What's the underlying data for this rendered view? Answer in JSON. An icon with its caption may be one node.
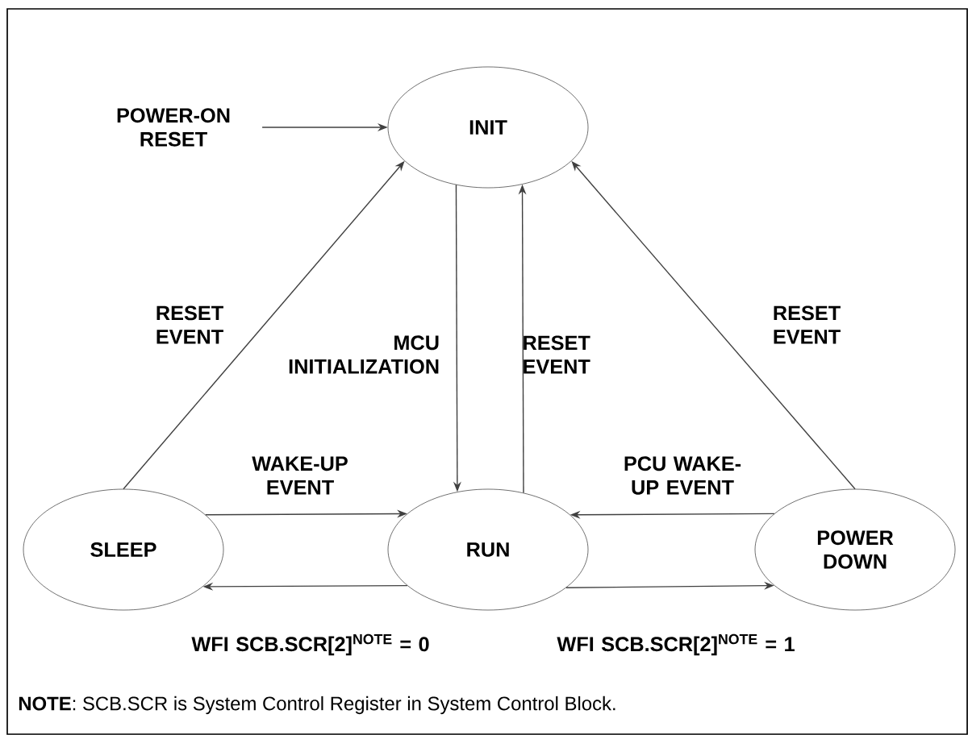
{
  "diagram": {
    "nodes": [
      {
        "text": [
          "POWER-ON RESET"
        ]
      },
      {
        "text": [
          "INIT"
        ]
      },
      {
        "text": [
          "SLEEP"
        ]
      },
      {
        "text": [
          "RUN"
        ]
      },
      {
        "text": [
          "POWER DOWN"
        ]
      }
    ],
    "edges": [
      {
        "from": 0,
        "to": 1,
        "arrow": "to"
      },
      {
        "from": 2,
        "to": 1,
        "arrow": "to",
        "label": "RESET EVENT"
      },
      {
        "from": 1,
        "to": 3,
        "arrow": "to",
        "label": "MCU INITIALIZATION"
      },
      {
        "from": 3,
        "to": 1,
        "arrow": "to",
        "label": "RESET EVENT"
      },
      {
        "from": 4,
        "to": 1,
        "arrow": "to",
        "label": "RESET EVENT"
      },
      {
        "from": 2,
        "to": 3,
        "arrow": "to",
        "label": "WAKE-UP EVENT"
      },
      {
        "from": 4,
        "to": 3,
        "arrow": "to",
        "label": "PCU WAKE-UP EVENT"
      },
      {
        "from": 3,
        "to": 2,
        "arrow": "to",
        "label": "WFI SCB.SCR[2]$^{NOTE}$ = 0"
      },
      {
        "from": 3,
        "to": 4,
        "arrow": "to",
        "label": "WFI SCB.SCR[2]$^{NOTE}$ = 1"
      }
    ],
    "labels": [
      "**NOTE**: SCB.SCR is System Control Register in System Control Block."
    ]
  }
}
